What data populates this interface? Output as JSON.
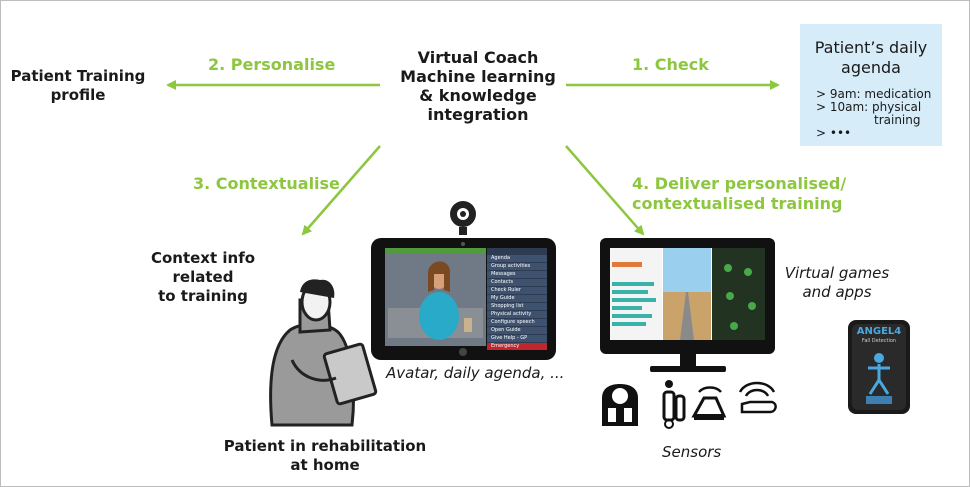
{
  "hub": {
    "title_lines": [
      "Virtual Coach",
      "Machine learning",
      "& knowledge",
      "integration"
    ]
  },
  "steps": {
    "personalise": "2. Personalise",
    "check": "1. Check",
    "contextualise": "3. Contextualise",
    "deliver_lines": [
      "4. Deliver personalised/",
      "contextualised training"
    ]
  },
  "labels": {
    "profile_lines": [
      "Patient Training",
      "profile"
    ],
    "context_lines": [
      "Context info",
      "related",
      "to training"
    ],
    "patient_lines": [
      "Patient in rehabilitation",
      "at home"
    ],
    "avatar_caption": "Avatar, daily agenda, ...",
    "games_lines": [
      "Virtual games",
      "and apps"
    ],
    "sensors": "Sensors"
  },
  "agenda": {
    "title_lines": [
      "Patient’s daily",
      "agenda"
    ],
    "items": [
      "> 9am: medication",
      "> 10am: physical",
      "training",
      "> •••"
    ]
  },
  "tablet_menu": {
    "items": [
      "Agenda",
      "Group activities",
      "Messages",
      "Contacts",
      "Check Ruler",
      "My Guide",
      "Shopping list",
      "Physical activity",
      "Configure speech",
      "Open Guide",
      "Give Help - GP",
      "Emergency"
    ]
  },
  "device": {
    "brand": "ANGEL4",
    "subtitle": "Fall Detection"
  },
  "colors": {
    "accent_green": "#8dc63f",
    "agenda_bg": "#d6ecf8",
    "emergency_red": "#c0262d"
  }
}
